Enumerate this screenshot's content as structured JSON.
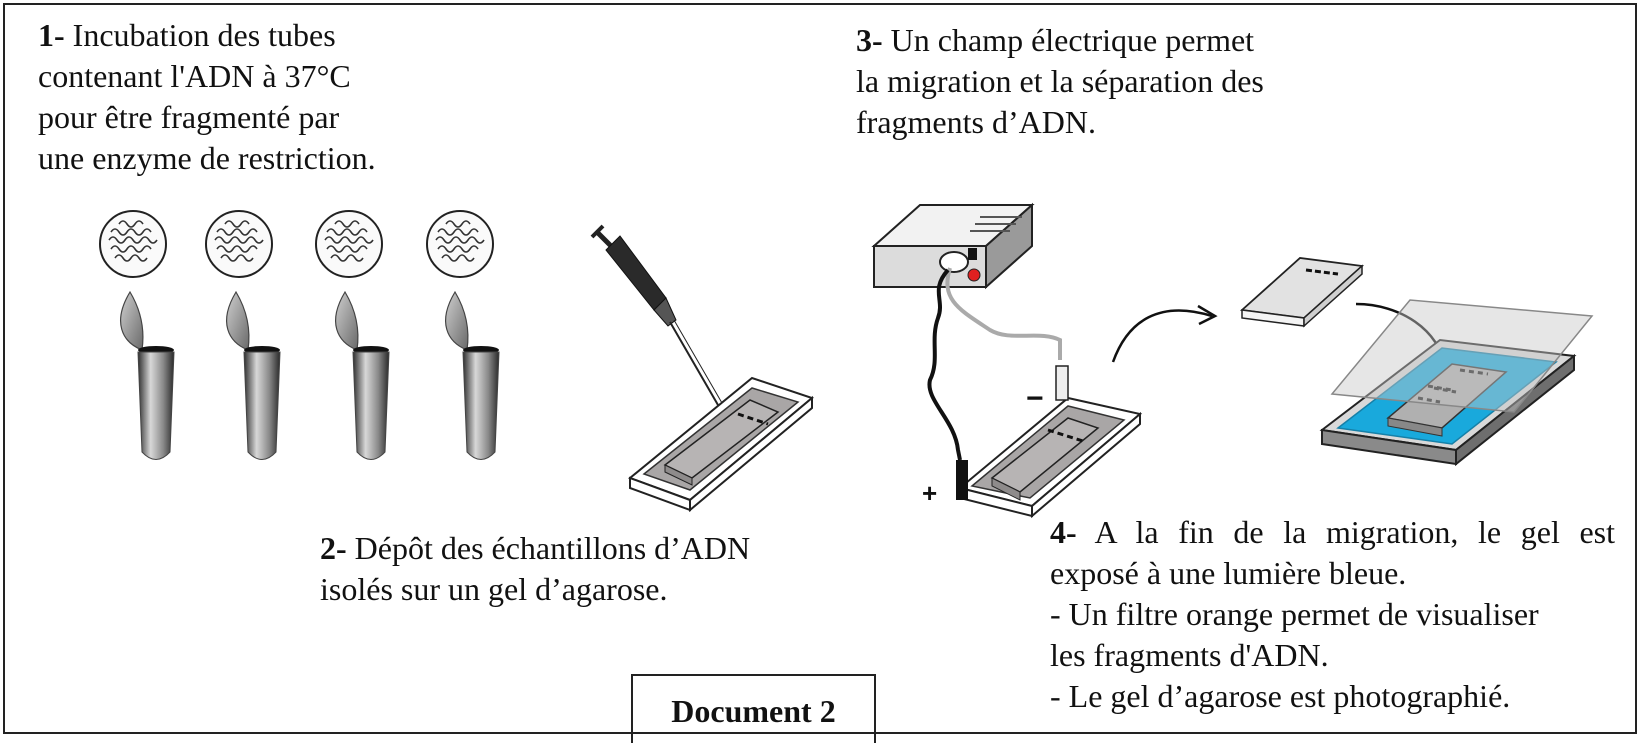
{
  "document_label": "Document 2",
  "steps": {
    "step1": {
      "number": "1-",
      "lines": [
        "Incubation des tubes",
        "contenant l'ADN à 37°C",
        "pour être fragmenté par",
        "une enzyme de restriction."
      ]
    },
    "step2": {
      "number": "2-",
      "lines": [
        "Dépôt des échantillons d’ADN",
        "isolés sur un gel d’agarose."
      ]
    },
    "step3": {
      "number": "3-",
      "lines": [
        "Un champ électrique permet",
        "la migration et la séparation des",
        "fragments d’ADN."
      ]
    },
    "step4": {
      "number": "4-",
      "lines": [
        "A la fin de la migration, le gel est",
        "exposé  à une lumière bleue.",
        "- Un filtre orange permet de visualiser",
        "les fragments d'ADN.",
        "- Le gel d’agarose est photographié."
      ]
    }
  },
  "electrodes": {
    "negative": "−",
    "positive": "+"
  },
  "colors": {
    "blue_light": "#19a9dc",
    "gel_gray": "#a9a6a6",
    "border": "#222222"
  }
}
